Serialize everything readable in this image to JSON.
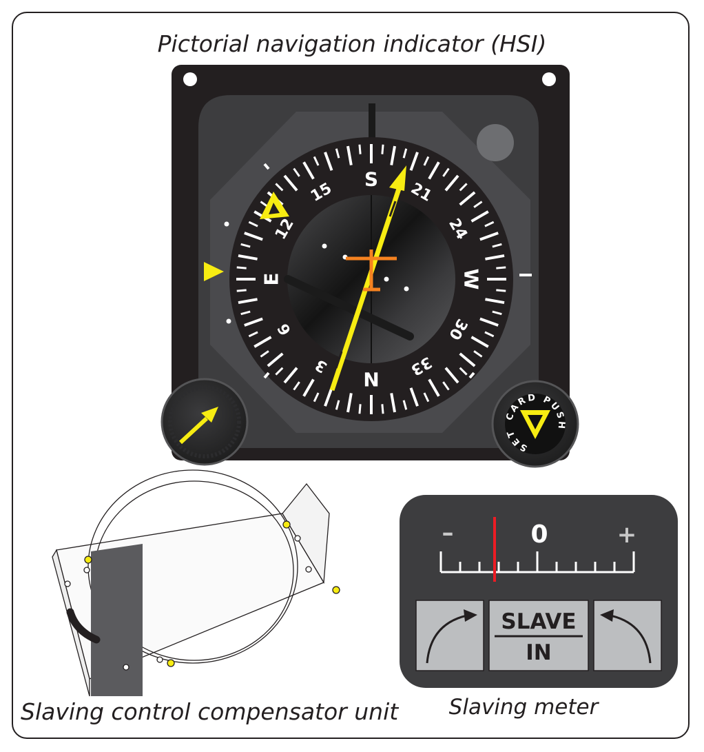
{
  "titles": {
    "hsi": "Pictorial navigation indicator (HSI)",
    "compensator": "Slaving control compensator unit",
    "meter": "Slaving meter"
  },
  "compass_card": {
    "cardinals": {
      "N": "N",
      "E": "E",
      "S": "S",
      "W": "W"
    },
    "numbers": [
      "3",
      "6",
      "12",
      "15",
      "21",
      "24",
      "30",
      "33"
    ],
    "heading_at_top_deg": 180
  },
  "card_set_knob": {
    "labels": [
      "PUSH",
      "CARD",
      "SET"
    ]
  },
  "slaving_meter": {
    "minus": "–",
    "zero": "0",
    "plus": "+",
    "slave_top": "SLAVE",
    "slave_bottom": "IN"
  },
  "colors": {
    "pointer": "#f7ec12",
    "aircraft_symbol": "#f58220",
    "meter_needle": "#ed1c24",
    "instrument_dark": "#231f20",
    "bezel": "#3d3d3f"
  },
  "icons": [
    "course-pointer-icon",
    "heading-bug-icon",
    "lubber-triangle-icon",
    "course-knob-arrow-icon",
    "cw-arrow-icon",
    "ccw-arrow-icon"
  ]
}
